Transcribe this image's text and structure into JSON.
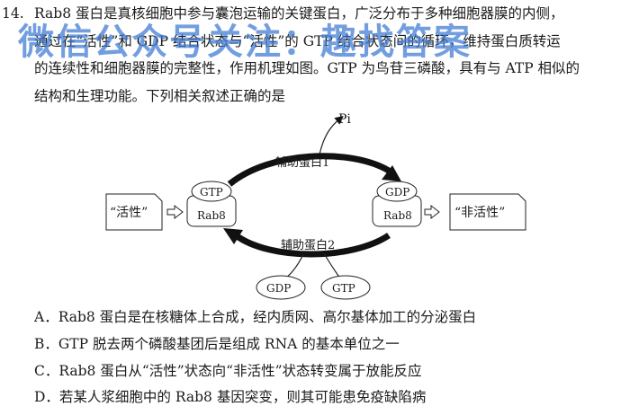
{
  "question": {
    "number": "14.",
    "lines": [
      "Rab8 蛋白是真核细胞中参与囊泡运输的关键蛋白，广泛分布于多种细胞器膜的内侧，",
      "通过在“活性”和 GDP 结合状态与“活性”的 GTP 结合状态间的循环，维持蛋白质转运",
      "的连续性和细胞器膜的完整性，作用机理如图。GTP 为鸟苷三磷酸，具有与 ATP 相似的",
      "结构和生理功能。下列相关叙述正确的是"
    ]
  },
  "watermark": "微信公众号关注：趣找答案",
  "diagram": {
    "pi_label": "Pi",
    "top_arrow_label": "辅助蛋白1",
    "bottom_arrow_label": "辅助蛋白2",
    "left_box": {
      "top": "GTP",
      "bottom": "Rab8"
    },
    "right_box": {
      "top": "GDP",
      "bottom": "Rab8"
    },
    "left_state": "“活性”",
    "right_state": "“非活性”",
    "bottom_left_oval": "GDP",
    "bottom_right_oval": "GTP"
  },
  "options": [
    "A．Rab8 蛋白是在核糖体上合成，经内质网、高尔基体加工的分泌蛋白",
    "B．GTP 脱去两个磷酸基团后是组成 RNA 的基本单位之一",
    "C．Rab8 蛋白从“活性”状态向“非活性”状态转变属于放能反应",
    "D．若某人浆细胞中的 Rab8 基因突变，则其可能患免疫缺陷病"
  ]
}
